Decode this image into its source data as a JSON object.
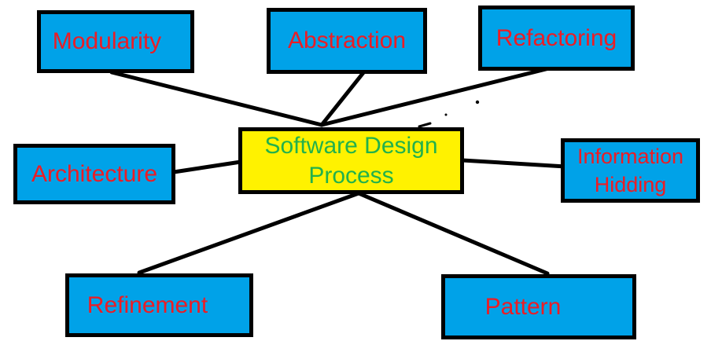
{
  "diagram": {
    "title": "Software Design Process mind map",
    "background_color": "#FFFFFF",
    "line_color": "#000000",
    "center_node": {
      "id": "software-design-process",
      "label": "Software Design Process",
      "fill_color": "#FFF200",
      "text_color": "#22B14C",
      "border_color": "#000000"
    },
    "node_style": {
      "fill_color": "#00A2E8",
      "text_color": "#ED1C24",
      "border_color": "#000000"
    },
    "nodes": [
      {
        "id": "modularity",
        "label": "Modularity"
      },
      {
        "id": "abstraction",
        "label": "Abstraction"
      },
      {
        "id": "refactoring",
        "label": "Refactoring"
      },
      {
        "id": "architecture",
        "label": "Architecture"
      },
      {
        "id": "information-hidding",
        "label": "Information Hidding"
      },
      {
        "id": "refinement",
        "label": "Refinement"
      },
      {
        "id": "pattern",
        "label": "Pattern"
      }
    ],
    "edges": [
      {
        "from": "software-design-process",
        "to": "modularity"
      },
      {
        "from": "software-design-process",
        "to": "abstraction"
      },
      {
        "from": "software-design-process",
        "to": "refactoring"
      },
      {
        "from": "software-design-process",
        "to": "architecture"
      },
      {
        "from": "software-design-process",
        "to": "information-hidding"
      },
      {
        "from": "software-design-process",
        "to": "refinement"
      },
      {
        "from": "software-design-process",
        "to": "pattern"
      }
    ]
  }
}
